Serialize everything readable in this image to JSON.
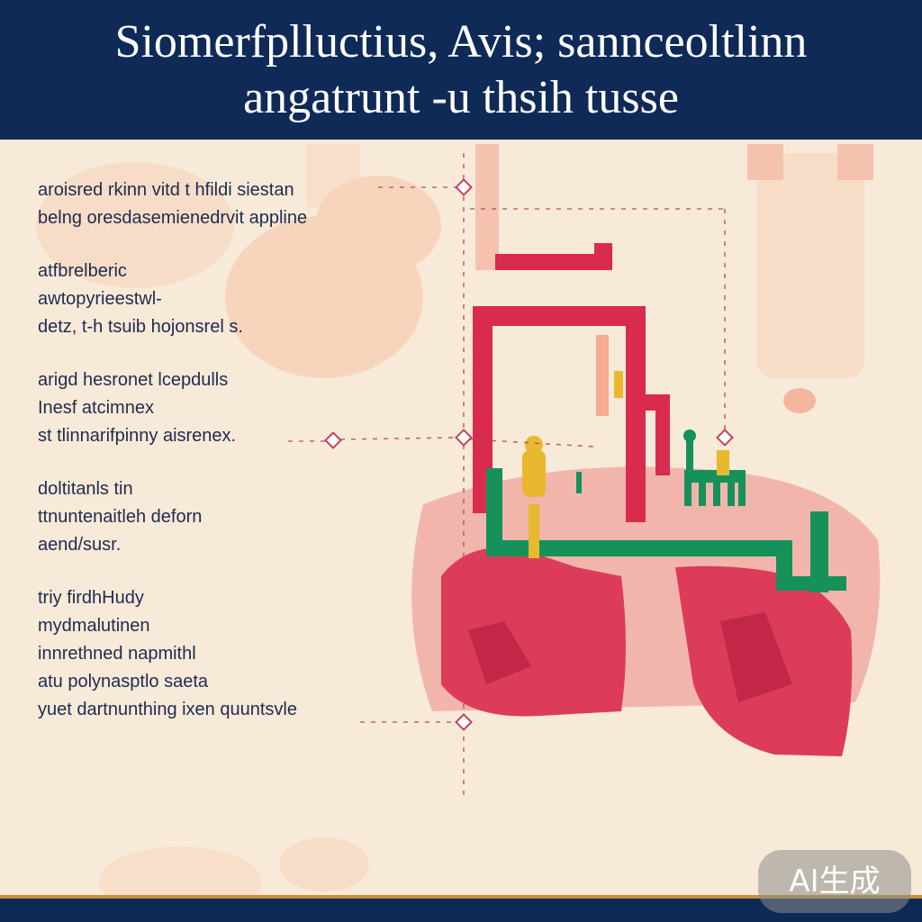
{
  "header": {
    "title_line_1": "Siomerfplluctius, Avis; sannceoltlinn",
    "title_line_2": "angatrunt -u thsih tusse"
  },
  "labels": [
    [
      "aroisred rkinn  vitd t hfildi siestan",
      "belng oresdasemienedrvit appline"
    ],
    [
      "atfbrelberic",
      "awtopyrieestwl-",
      "detz, t-h tsuib hojonsrel s."
    ],
    [
      "arigd hesronet lcepdulls",
      "Inesf atcimnex",
      "st tlinnarifpinny aisrenex."
    ],
    [
      "doltitanls tin",
      "ttnuntenaitleh deforn",
      "aend/susr."
    ],
    [
      "triy firdhHudy",
      "mydmalutinen",
      "innrethned napmithl",
      "atu polynasptlo saeta",
      "yuet dartnunthing ixen quuntsvle"
    ]
  ],
  "colors": {
    "header_bg": "#0f2a57",
    "background": "#f8ead8",
    "crimson": "#d92b4e",
    "green": "#17915a",
    "gold": "#c8913a"
  },
  "watermark": "AI生成"
}
